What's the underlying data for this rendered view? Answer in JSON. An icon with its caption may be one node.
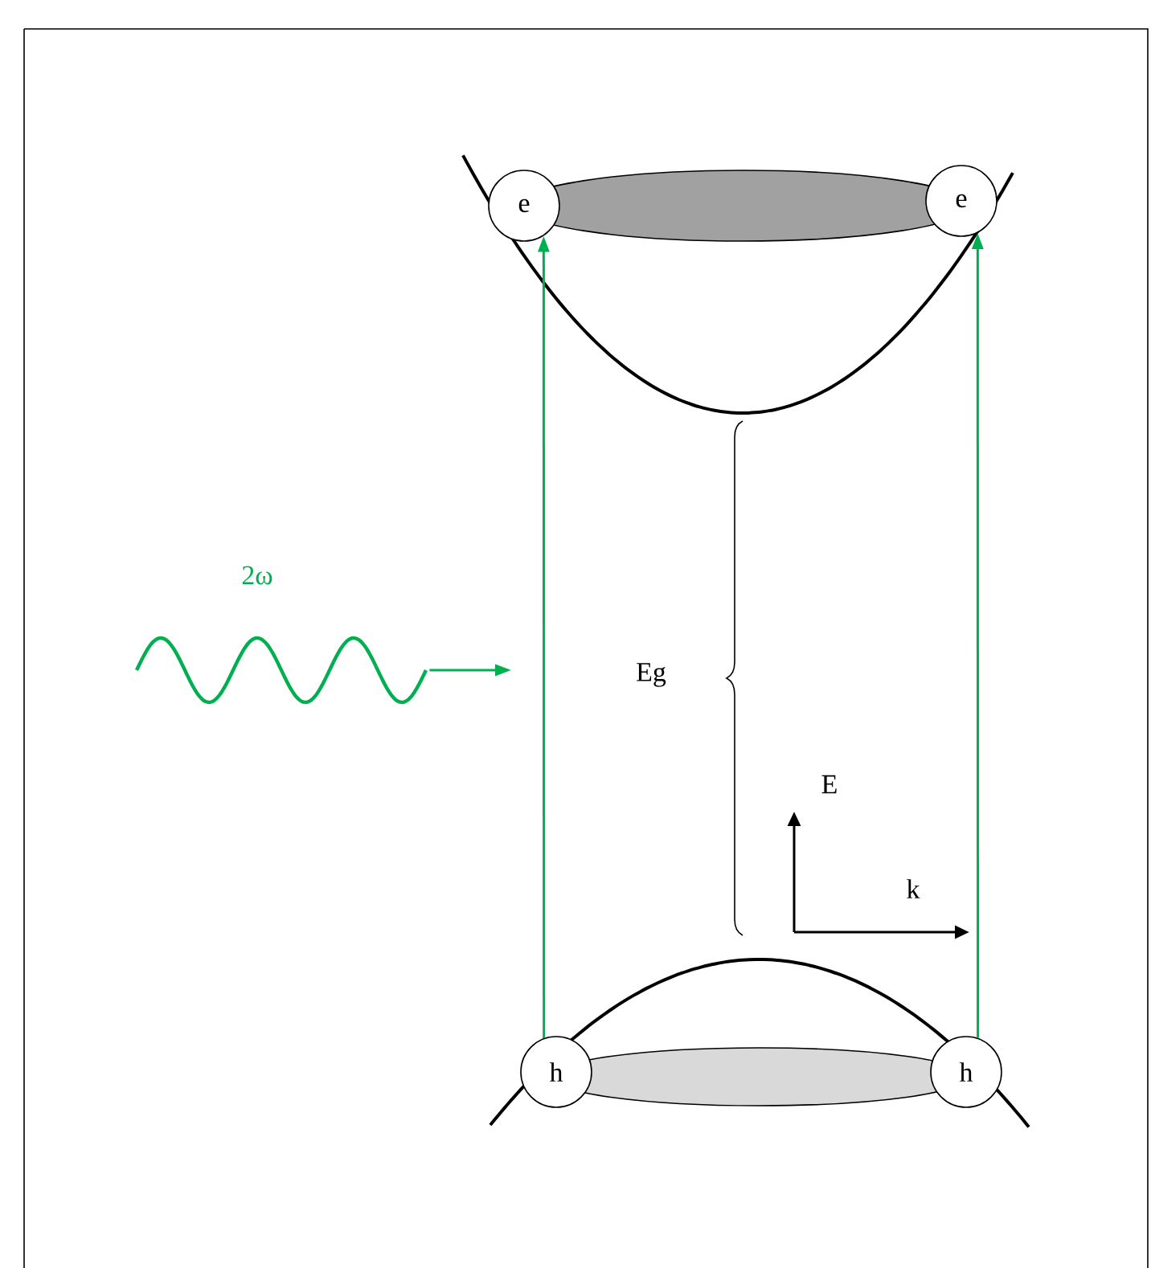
{
  "diagram": {
    "nodes": [
      {
        "text": [
          "e"
        ]
      },
      {
        "text": [
          "e"
        ]
      },
      {
        "text": [
          "h"
        ]
      },
      {
        "text": [
          "h"
        ]
      },
      {
        "text": [],
        "shape": "wave",
        "beside": [
          "2ω"
        ]
      }
    ],
    "edges": [
      {
        "from": 2,
        "to": 0,
        "arrow": "to"
      },
      {
        "from": 3,
        "to": 1,
        "arrow": "to"
      },
      {
        "from": 4,
        "to": null,
        "arrow": "to"
      }
    ],
    "labels": [
      "Eg",
      "E",
      "k"
    ]
  }
}
